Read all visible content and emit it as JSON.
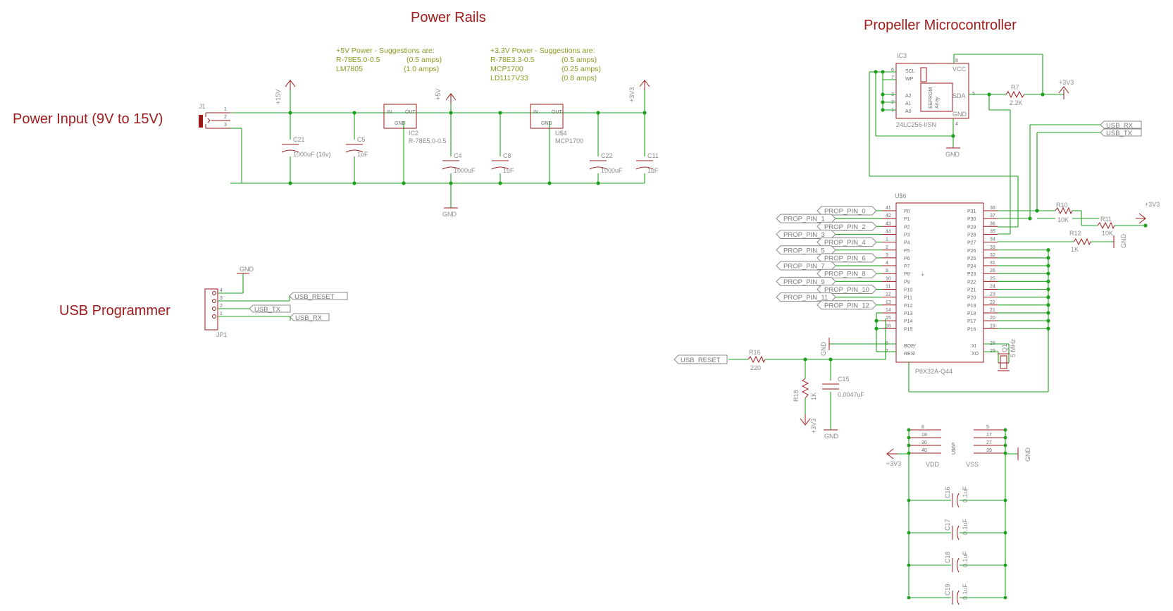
{
  "titles": {
    "power_rails": "Power Rails",
    "propeller": "Propeller Microcontroller",
    "power_input": "Power Input (9V to 15V)",
    "usb_programmer": "USB Programmer"
  },
  "notes": {
    "five_v": [
      "+5V Power - Suggestions are:",
      "R-78E5.0-0.5",
      "(0.5 amps)",
      "LM7805",
      "(1.0 amps)"
    ],
    "three_v3": [
      "+3.3V Power - Suggestions are:",
      "R-78E3.3-0.5",
      "(0.5 amps)",
      "MCP1700",
      "(0.25 amps)",
      "LD1117V33",
      "(0.8 amps)"
    ]
  },
  "supplies": {
    "v15": "+15V",
    "v5": "+5V",
    "v3v3": "+3V3",
    "gnd": "GND"
  },
  "power": {
    "j1": "J1",
    "c21": "C21",
    "c21_val": "1000uF (16v)",
    "c5": "C5",
    "c5_val": "1uF",
    "ic2": "IC2",
    "ic2_val": "R-78E5.0-0.5",
    "c4": "C4",
    "c4_val": "1000uF",
    "c8": "C8",
    "c8_val": "1uF",
    "u4": "U$4",
    "u4_val": "MCP1700",
    "c22": "C22",
    "c22_val": "1000uF",
    "c11": "C11",
    "c11_val": "1uF",
    "reg_in": "IN",
    "reg_out": "OUT",
    "reg_gnd": "GND"
  },
  "usb": {
    "jp1": "JP1",
    "reset": "USB_RESET",
    "tx": "USB_TX",
    "rx": "USB_RX"
  },
  "eeprom": {
    "name": "IC3",
    "part": "24LC256-I/SN",
    "pins_left": [
      "SCL",
      "WP",
      "A2",
      "A1",
      "A0"
    ],
    "pins_left_num": [
      "6",
      "7",
      "3",
      "2",
      "1"
    ],
    "vcc": "VCC",
    "sda": "SDA",
    "gnd": "GND",
    "array1": "EEPROM",
    "array2": "Array",
    "pin_vcc": "8",
    "pin_sda": "5",
    "pin_gnd": "4",
    "r7": "R7",
    "r7_val": "2.2K"
  },
  "mcu": {
    "name": "U$6",
    "part": "P8X32A-Q44",
    "left_pins": [
      "P0",
      "P1",
      "P2",
      "P3",
      "P4",
      "P5",
      "P6",
      "P7",
      "P8",
      "P9",
      "P10",
      "P11",
      "P12",
      "P13",
      "P14",
      "P15"
    ],
    "left_nums": [
      "41",
      "42",
      "43",
      "44",
      "1",
      "2",
      "3",
      "4",
      "9",
      "10",
      "11",
      "12",
      "13",
      "14",
      "15",
      "16"
    ],
    "right_pins": [
      "P31",
      "P30",
      "P29",
      "P28",
      "P27",
      "P26",
      "P25",
      "P24",
      "P23",
      "P22",
      "P21",
      "P20",
      "P19",
      "P18",
      "P17",
      "P16"
    ],
    "right_nums": [
      "38",
      "37",
      "36",
      "35",
      "34",
      "33",
      "32",
      "31",
      "26",
      "25",
      "24",
      "23",
      "22",
      "21",
      "20",
      "19"
    ],
    "boe": "BOE/",
    "res": "RES/",
    "xi": "XI",
    "xo": "XO",
    "boe_num": "6",
    "res_num": "7",
    "xi_num": "28",
    "xo_num": "29",
    "q1": "Q1",
    "q1_val": "5 MHz"
  },
  "prop_flags": [
    "PROP_PIN_0",
    "PROP_PIN_1",
    "PROP_PIN_2",
    "PROP_PIN_3",
    "PROP_PIN_4",
    "PROP_PIN_5",
    "PROP_PIN_6",
    "PROP_PIN_7",
    "PROP_PIN_8",
    "PROP_PIN_9",
    "PROP_PIN_10",
    "PROP_PIN_11",
    "PROP_PIN_12"
  ],
  "resistors": {
    "r10": "R10",
    "r10_val": "10K",
    "r11": "R11",
    "r11_val": "10K",
    "r12": "R12",
    "r12_val": "1K",
    "r16": "R16",
    "r16_val": "220",
    "r18": "R18",
    "r18_val": "1K",
    "c15": "C15",
    "c15_val": "0.0047uF"
  },
  "power_block": {
    "name": "U$6P",
    "vdd": "VDD",
    "vss": "VSS",
    "vdd_nums": [
      "8",
      "18",
      "30",
      "40"
    ],
    "vss_nums": [
      "5",
      "17",
      "27",
      "39"
    ],
    "caps": [
      {
        "name": "C16",
        "val": "0.1uF"
      },
      {
        "name": "C17",
        "val": "0.1uF"
      },
      {
        "name": "C18",
        "val": "0.1uF"
      },
      {
        "name": "C19",
        "val": "0.1uF"
      }
    ]
  },
  "colors": {
    "wire": "#1ea01e",
    "symbol": "#9b1b1b",
    "text": "#8a8a8a",
    "note": "#8e9a22"
  }
}
